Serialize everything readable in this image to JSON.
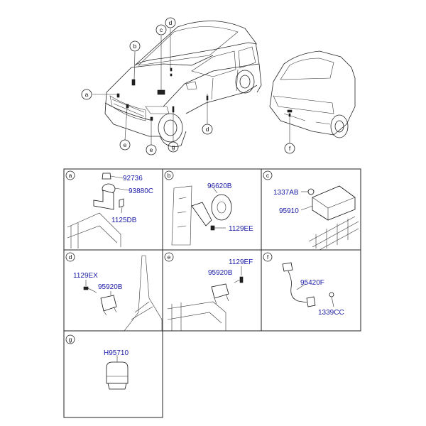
{
  "callouts": {
    "a": "a",
    "b": "b",
    "c": "c",
    "d_top": "d",
    "d_side": "d",
    "e_front": "e",
    "e_front2": "e",
    "g": "g",
    "f": "f"
  },
  "panels": {
    "a": {
      "letter": "a",
      "parts": [
        "92736",
        "93880C",
        "1125DB"
      ]
    },
    "b": {
      "letter": "b",
      "parts": [
        "96620B",
        "1129EE"
      ]
    },
    "c": {
      "letter": "c",
      "parts": [
        "1337AB",
        "95910"
      ]
    },
    "d": {
      "letter": "d",
      "parts": [
        "1129EX",
        "95920B"
      ]
    },
    "e": {
      "letter": "e",
      "parts": [
        "1129EF",
        "95920B"
      ]
    },
    "f": {
      "letter": "f",
      "parts": [
        "95420F",
        "1339CC"
      ]
    },
    "g": {
      "letter": "g",
      "parts": [
        "H95710"
      ]
    }
  },
  "colors": {
    "part_number": "#1a1aa8",
    "lines": "#222222"
  }
}
